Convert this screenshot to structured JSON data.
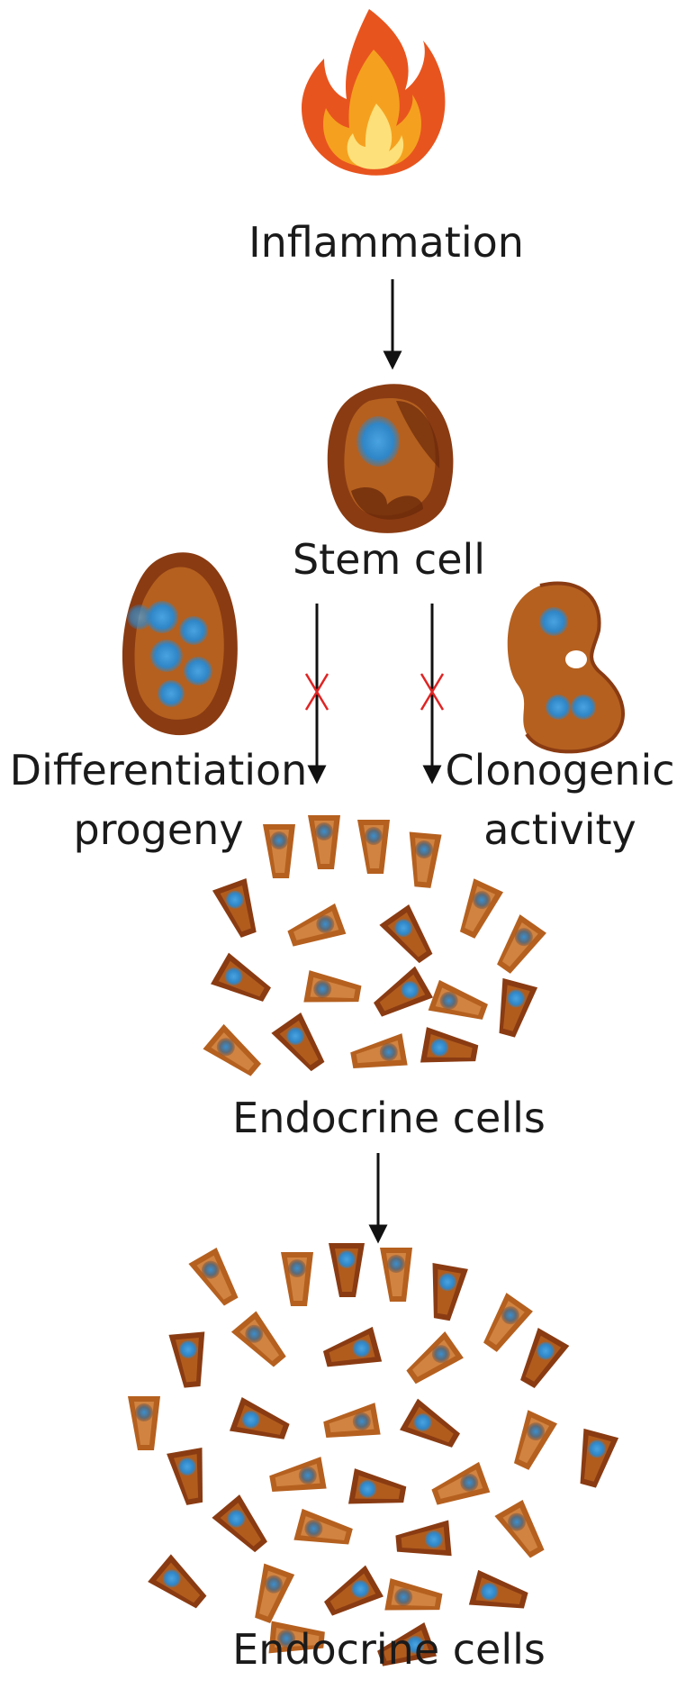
{
  "labels": {
    "inflammation": "Inflammation",
    "stem_cell": "Stem cell",
    "differentiation_line1": "Differentiation",
    "differentiation_line2": "progeny",
    "clonogenic_line1": "Clonogenic",
    "clonogenic_line2": "activity",
    "endocrine_cells_1": "Endocrine cells",
    "endocrine_cells_2": "Endocrine cells"
  },
  "blocked_paths": [
    "differentiation-progeny",
    "clonogenic-activity"
  ],
  "colors": {
    "flame_outer": "#e8541e",
    "flame_mid": "#f5a11f",
    "flame_inner": "#fde07a",
    "cell_dark": "#8a3b12",
    "cell_body": "#b5601f",
    "cell_light": "#d88c4a",
    "nucleus": "#2f86c8",
    "nucleus_gray": "#5a6b7a",
    "arrow": "#111111",
    "block_cross": "#e02424"
  },
  "icons": [
    "flame-icon",
    "stem-cell-icon",
    "differentiation-cell-icon",
    "clonogenic-cell-icon",
    "endocrine-cell-cluster",
    "endocrine-cell-cluster-large"
  ]
}
